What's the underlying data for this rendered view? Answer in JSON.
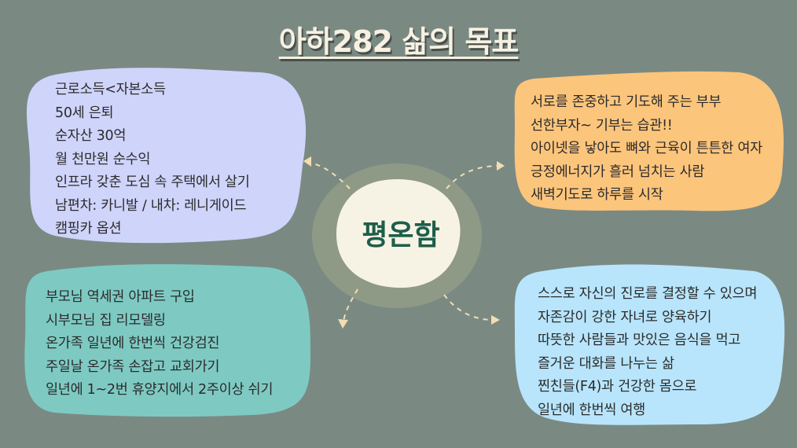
{
  "title": "아하282 삶의 목표",
  "center": {
    "label": "평온함"
  },
  "boxes": {
    "top_left": {
      "color": "#cfd4fb",
      "lines": [
        "근로소득<자본소득",
        "50세 은퇴",
        "순자산 30억",
        "월 천만원 순수익",
        "인프라 갖춘 도심 속 주택에서 살기",
        "남편차: 카니발 / 내차: 레니게이드",
        "캠핑카 옵션"
      ]
    },
    "top_right": {
      "color": "#fcc57c",
      "lines": [
        "서로를 존중하고 기도해 주는 부부",
        "선한부자~  기부는 습관!!",
        "아이넷을 낳아도 뼈와 근육이 튼튼한 여자",
        "긍정에너지가 흘러 넘치는 사람",
        "새벽기도로 하루를 시작"
      ]
    },
    "bottom_left": {
      "color": "#7ecac3",
      "lines": [
        "부모님 역세권 아파트 구입",
        "시부모님 집 리모델링",
        "온가족 일년에 한번씩 건강검진",
        "주일날 온가족 손잡고 교회가기",
        "일년에 1~2번 휴양지에서 2주이상 쉬기"
      ]
    },
    "bottom_right": {
      "color": "#b8e5fb",
      "lines": [
        "스스로 자신의 진로를 결정할 수 있으며",
        "자존감이 강한 자녀로 양육하기",
        "따뜻한 사람들과 맛있은 음식을 먹고",
        "즐거운 대화를 나누는 삶",
        "찐친들(F4)과 건강한 몸으로",
        "일년에 한번씩 여행"
      ]
    }
  }
}
